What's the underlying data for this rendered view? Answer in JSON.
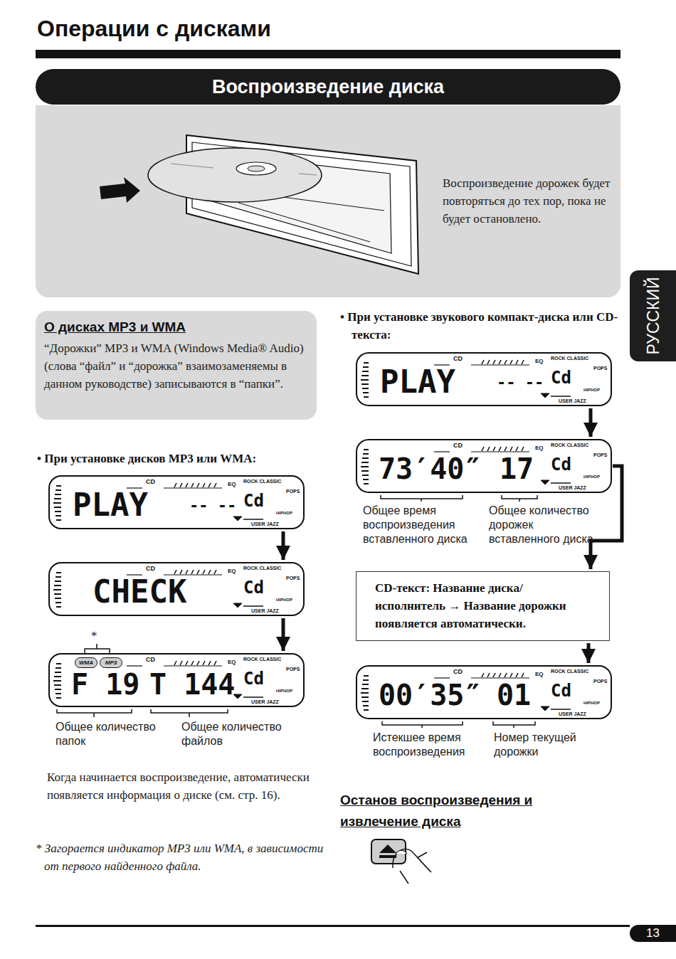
{
  "diagram": {
    "title": "Операции с дисками",
    "nodes": [
      {
        "text": [
          "Воспроизведение диска"
        ]
      },
      {
        "text": [
          "Воспроизведение дорожек будет повторяться до тех пор, пока не будет остановлено."
        ]
      },
      {
        "text": [
          "РУССКИЙ"
        ]
      },
      {
        "text": [
          "О дисках MP3 и WMA",
          "“Дорожки” MP3 и WMA (Windows Media® Audio) (слова “файл” и “дорожка” взаимозаменяемы в данном руководстве) записываются в “папки”."
        ]
      },
      {
        "text": [
          "PLAY",
          "-- --",
          "Cd",
          "CD",
          "EQ",
          "ROCK CLASSIC",
          "POPS",
          "HIPHOP",
          "USER JAZZ"
        ]
      },
      {
        "text": [
          "CHECK",
          "Cd",
          "CD",
          "EQ",
          "ROCK CLASSIC",
          "POPS",
          "HIPHOP",
          "USER JAZZ"
        ]
      },
      {
        "text": [
          "F 19",
          "T 144",
          "Cd",
          "CD",
          "EQ",
          "ROCK CLASSIC",
          "POPS",
          "HIPHOP",
          "USER JAZZ"
        ]
      },
      {
        "text": [
          "WMA"
        ],
        "in": 6
      },
      {
        "text": [
          "MP3"
        ],
        "in": 6
      },
      {
        "text": [
          "PLAY",
          "-- --",
          "Cd",
          "CD",
          "EQ",
          "ROCK CLASSIC",
          "POPS",
          "HIPHOP",
          "USER JAZZ"
        ]
      },
      {
        "text": [
          "73′40″",
          "17",
          "Cd",
          "CD",
          "EQ",
          "ROCK CLASSIC",
          "POPS",
          "HIPHOP",
          "USER JAZZ"
        ]
      },
      {
        "text": [
          "CD-текст: Название диска/ исполнитель → Название дорожки появляется автоматически."
        ]
      },
      {
        "text": [
          "00′35″",
          "01",
          "Cd",
          "CD",
          "EQ",
          "ROCK CLASSIC",
          "POPS",
          "HIPHOP",
          "USER JAZZ"
        ]
      },
      {
        "text": [
          "13"
        ]
      }
    ],
    "edges": [
      {
        "from": 4,
        "to": 5,
        "arrow": "to"
      },
      {
        "from": 5,
        "to": 6,
        "arrow": "to"
      },
      {
        "from": 9,
        "to": 10,
        "arrow": "to"
      },
      {
        "from": 10,
        "to": 11,
        "arrow": "to"
      },
      {
        "from": 11,
        "to": 12,
        "arrow": "to"
      }
    ],
    "labels": [
      "• При установке дисков MP3 или WMA:",
      "*",
      "Общее количество папок",
      "Общее количество файлов",
      "Когда начинается воспроизведение, автоматически появляется информация о диске (см. стр. 16).",
      "* Загорается индикатор MP3 или WMA, в зависимости от первого найденного файла.",
      "• При установке звукового компакт-диска или CD-текста:",
      "Общее время воспроизведения вставленного диска",
      "Общее количество дорожек вставленного диска",
      "Истекшее время воспроизведения",
      "Номер текущей дорожки",
      "Останов воспроизведения и извлечение диска"
    ]
  }
}
